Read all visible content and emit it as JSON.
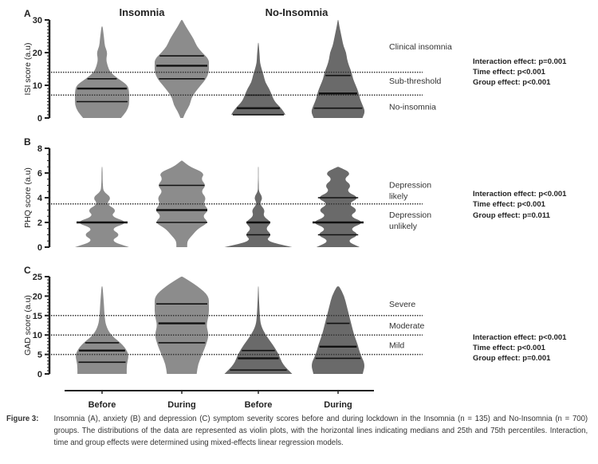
{
  "chart_data": {
    "type": "violin",
    "group_titles": [
      "Insomnia",
      "No-Insomnia"
    ],
    "categories": [
      "Before",
      "During",
      "Before",
      "During"
    ],
    "colors": {
      "insomnia": "#8c8c8c",
      "no_insomnia": "#6a6a6a"
    },
    "panels": [
      {
        "letter": "A",
        "ylabel": "ISI score (a.u)",
        "ylim": [
          0,
          30
        ],
        "yticks": [
          0,
          10,
          20,
          30
        ],
        "thresholds": [
          14,
          7
        ],
        "zone_labels": [
          "Clinical insomnia",
          "Sub-threshold",
          "No-insomnia"
        ],
        "zone_label_values": [
          22,
          11.5,
          3.5
        ],
        "effects": [
          "Interaction effect: p=0.001",
          "Time effect: p<0.001",
          "Group effect: p<0.001"
        ],
        "violins": [
          {
            "group": "Insomnia",
            "time": "Before",
            "min": 0,
            "max": 28,
            "step": 2,
            "q25": 5,
            "median": 9,
            "q75": 12,
            "density": [
              0.7,
              0.9,
              1,
              1,
              1,
              0.95,
              0.6,
              0.3,
              0.2,
              0.15,
              0.2,
              0.1,
              0.08,
              0.05,
              0.02
            ]
          },
          {
            "group": "Insomnia",
            "time": "During",
            "min": 0,
            "max": 30,
            "step": 2,
            "q25": 12,
            "median": 16,
            "q75": 19,
            "density": [
              0.05,
              0.15,
              0.3,
              0.35,
              0.5,
              0.7,
              0.9,
              1,
              1,
              1,
              0.75,
              0.55,
              0.45,
              0.3,
              0.15,
              0.02
            ]
          },
          {
            "group": "No-Insomnia",
            "time": "Before",
            "min": 1,
            "max": 23,
            "step": 2,
            "q25": 1,
            "median": 3,
            "q75": 7,
            "density": [
              1,
              0.85,
              0.6,
              0.5,
              0.4,
              0.25,
              0.2,
              0.12,
              0.06,
              0.05,
              0.03,
              0.01
            ]
          },
          {
            "group": "No-Insomnia",
            "time": "During",
            "min": 0,
            "max": 30,
            "step": 2,
            "q25": 3,
            "median": 7.5,
            "q75": 13,
            "density": [
              0.9,
              1,
              0.9,
              0.8,
              0.75,
              0.65,
              0.55,
              0.5,
              0.4,
              0.33,
              0.3,
              0.2,
              0.15,
              0.1,
              0.05,
              0.01
            ]
          }
        ]
      },
      {
        "letter": "B",
        "ylabel": "PHQ score (a.u)",
        "ylim": [
          0,
          8
        ],
        "yticks": [
          0,
          2,
          4,
          6,
          8
        ],
        "thresholds": [
          3.5
        ],
        "zone_labels": [
          "Depression likely",
          "Depression unlikely"
        ],
        "zone_label_values": [
          4.6,
          2.2
        ],
        "effects": [
          "Interaction effect: p<0.001",
          "Time effect: p<0.001",
          "Group effect: p=0.011"
        ],
        "violins": [
          {
            "group": "Insomnia",
            "time": "Before",
            "min": 0,
            "max": 6.5,
            "step": 0.5,
            "q25": 2,
            "median": 2,
            "q75": 2,
            "density": [
              1,
              0.3,
              0.7,
              0.3,
              1,
              0.3,
              0.55,
              0.15,
              0.35,
              0.05,
              0.03,
              0.02,
              0.02,
              0.01
            ]
          },
          {
            "group": "Insomnia",
            "time": "During",
            "min": 0,
            "max": 7,
            "step": 0.5,
            "q25": 2,
            "median": 3,
            "q75": 5,
            "density": [
              0.2,
              0.2,
              0.4,
              0.6,
              1,
              0.75,
              1,
              0.8,
              0.9,
              0.7,
              0.9,
              0.7,
              0.85,
              0.3,
              0.02
            ]
          },
          {
            "group": "No-Insomnia",
            "time": "Before",
            "min": 0,
            "max": 6.5,
            "step": 0.5,
            "q25": 1,
            "median": 2,
            "q75": 2,
            "density": [
              1.5,
              0.3,
              0.6,
              0.3,
              0.6,
              0.2,
              0.3,
              0.05,
              0.2,
              0.02,
              0.02,
              0.01,
              0.01,
              0.01
            ]
          },
          {
            "group": "No-Insomnia",
            "time": "During",
            "min": 0,
            "max": 6.5,
            "step": 0.5,
            "q25": 1,
            "median": 2,
            "q75": 4,
            "density": [
              0.8,
              0.3,
              0.8,
              0.4,
              1,
              0.4,
              0.75,
              0.35,
              0.8,
              0.3,
              0.5,
              0.2,
              0.5,
              0.02
            ]
          }
        ]
      },
      {
        "letter": "C",
        "ylabel": "GAD score (a.u)",
        "ylim": [
          0,
          25
        ],
        "yticks": [
          0,
          5,
          10,
          15,
          20,
          25
        ],
        "thresholds": [
          15,
          10,
          5
        ],
        "zone_labels": [
          "Severe",
          "Moderate",
          "Mild"
        ],
        "zone_label_values": [
          18,
          12.5,
          7.5
        ],
        "effects": [
          "Interaction effect: p<0.001",
          "Time effect: p<0.001",
          "Group effect: p=0.001"
        ],
        "violins": [
          {
            "group": "Insomnia",
            "time": "Before",
            "min": 0,
            "max": 22.5,
            "step": 2.5,
            "q25": 3,
            "median": 6,
            "q75": 8,
            "density": [
              1,
              1,
              1.1,
              0.85,
              0.35,
              0.15,
              0.1,
              0.08,
              0.05,
              0.02
            ]
          },
          {
            "group": "Insomnia",
            "time": "During",
            "min": 0,
            "max": 25,
            "step": 2.5,
            "q25": 8,
            "median": 13,
            "q75": 18,
            "density": [
              0.55,
              0.6,
              0.75,
              0.9,
              1,
              0.9,
              1,
              1,
              1,
              0.6,
              0.03
            ]
          },
          {
            "group": "No-Insomnia",
            "time": "Before",
            "min": 0,
            "max": 22.5,
            "step": 2.5,
            "q25": 1,
            "median": 4,
            "q75": 6,
            "density": [
              1.4,
              1,
              0.85,
              0.6,
              0.3,
              0.1,
              0.06,
              0.04,
              0.02,
              0.01
            ]
          },
          {
            "group": "No-Insomnia",
            "time": "During",
            "min": 0,
            "max": 22.5,
            "step": 2.5,
            "q25": 4,
            "median": 7,
            "q75": 13,
            "density": [
              1,
              1.1,
              0.9,
              0.8,
              0.65,
              0.55,
              0.45,
              0.35,
              0.25,
              0.05
            ]
          }
        ]
      }
    ]
  },
  "caption": {
    "label": "Figure 3:",
    "text": "Insomnia (A), anxiety (B) and depression (C) symptom severity scores before and during lockdown in the Insomnia (n = 135) and No-Insomnia (n = 700) groups. The distributions of the data are represented as violin plots, with the horizontal lines indicating medians and 25th and 75th percentiles. Interaction, time and group effects were determined using mixed-effects linear regression models."
  }
}
